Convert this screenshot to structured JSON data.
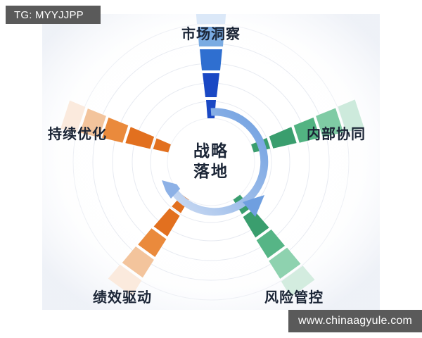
{
  "watermarks": {
    "tg": "TG: MYYJJPP",
    "site": "www.chinaagyule.com"
  },
  "diagram": {
    "type": "radial-spoke-wheel",
    "center": {
      "line1": "战略",
      "line2": "落地",
      "full_text": "战略落地",
      "text_color": "#1b2536",
      "circle_fill": "#ffffff"
    },
    "cycle_arrow": {
      "name": "circular-cycle-arrow",
      "color_start": "#cddcf3",
      "color_end": "#6f9fe0",
      "heads": 2,
      "direction": "clockwise"
    },
    "rings": {
      "count": 6,
      "stroke": "#e8ebf2"
    },
    "spokes": [
      {
        "id": "market-insight",
        "label": "市场洞察",
        "angle_deg": 270,
        "color_family": "blue",
        "colors": [
          "#1a48c4",
          "#2f6fd0",
          "#7aabe2",
          "#c7dcf4",
          "#eef4fc"
        ]
      },
      {
        "id": "internal-collaboration",
        "label": "内部协同",
        "angle_deg": 342,
        "color_family": "green",
        "colors": [
          "#3a9e6e",
          "#4db184",
          "#74c8a1",
          "#a9ddc4",
          "#e2f4ea"
        ]
      },
      {
        "id": "risk-control",
        "label": "风险管控",
        "angle_deg": 54,
        "color_family": "green",
        "colors": [
          "#3a9e6e",
          "#4db184",
          "#7fcba4",
          "#aeddc6",
          "#dff2e8"
        ]
      },
      {
        "id": "performance-driven",
        "label": "绩效驱动",
        "angle_deg": 126,
        "color_family": "orange",
        "colors": [
          "#e2701f",
          "#ea8a3c",
          "#f0ae74",
          "#f7d4b5",
          "#fcefe3"
        ]
      },
      {
        "id": "continuous-optimization",
        "label": "持续优化",
        "angle_deg": 198,
        "color_family": "orange",
        "colors": [
          "#e2701f",
          "#ea8a3c",
          "#f0ae74",
          "#f7d4b5",
          "#fcefe3"
        ]
      }
    ]
  }
}
